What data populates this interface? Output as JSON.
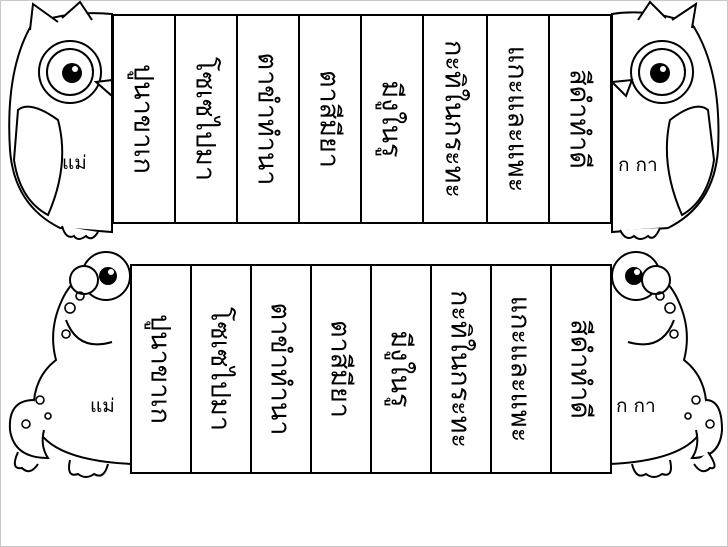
{
  "top_row": {
    "left_label": "แม่",
    "right_label": "ก กา",
    "words": [
      "ปูนาขาเก",
      "โซเซไปมา",
      "ตาขำทำนา",
      "ตาสีมียา",
      "มีงูในรู",
      "กะทิในกระทะ",
      "แกะและแพะ",
      "สีดำทำดี"
    ]
  },
  "bottom_row": {
    "left_label": "แม่",
    "right_label": "ก กา",
    "words": [
      "ปูนาขาเก",
      "โซเซไปมา",
      "ตาขำทำนา",
      "ตาสีมียา",
      "มีงูในรู",
      "กะทิในกระทะ",
      "แกะและแพะ",
      "สีดำทำดี"
    ]
  }
}
